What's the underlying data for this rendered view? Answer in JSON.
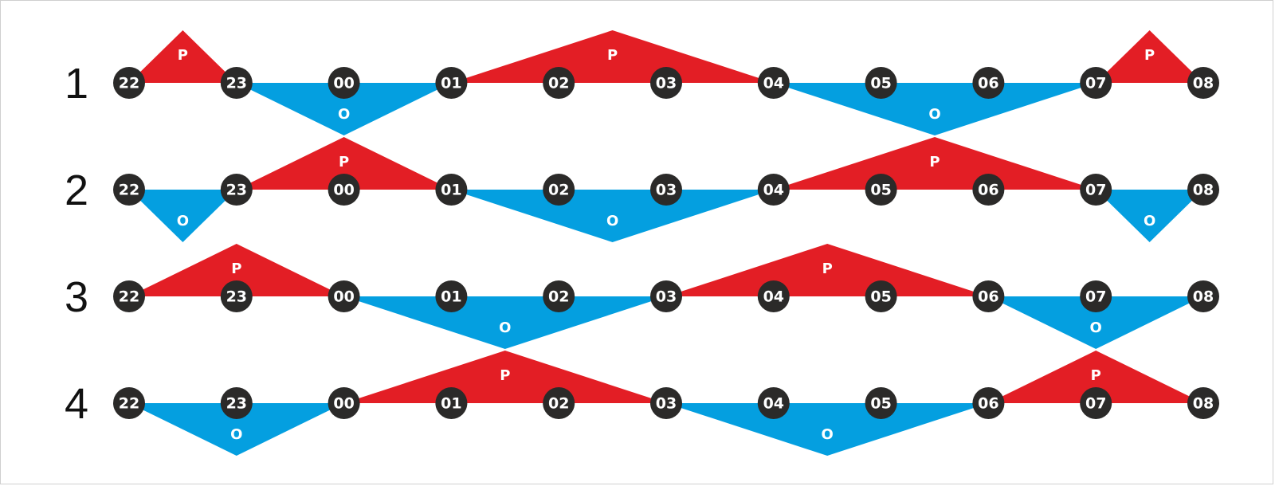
{
  "colors": {
    "up_block": "#e31e25",
    "down_block": "#049fe0",
    "node_fill": "#2b2a29",
    "node_text": "#ffffff",
    "row_label": "#111111"
  },
  "node_labels": [
    "22",
    "23",
    "00",
    "01",
    "02",
    "03",
    "04",
    "05",
    "06",
    "07",
    "08"
  ],
  "rows": [
    {
      "label": "1",
      "segments": [
        {
          "from": 0,
          "to": 1,
          "kind": "up",
          "label": "P"
        },
        {
          "from": 1,
          "to": 3,
          "kind": "down",
          "label": "O"
        },
        {
          "from": 3,
          "to": 6,
          "kind": "up",
          "label": "P"
        },
        {
          "from": 6,
          "to": 9,
          "kind": "down",
          "label": "O"
        },
        {
          "from": 9,
          "to": 10,
          "kind": "up",
          "label": "P"
        }
      ]
    },
    {
      "label": "2",
      "segments": [
        {
          "from": 0,
          "to": 1,
          "kind": "down",
          "label": "O"
        },
        {
          "from": 1,
          "to": 3,
          "kind": "up",
          "label": "P"
        },
        {
          "from": 3,
          "to": 6,
          "kind": "down",
          "label": "O"
        },
        {
          "from": 6,
          "to": 9,
          "kind": "up",
          "label": "P"
        },
        {
          "from": 9,
          "to": 10,
          "kind": "down",
          "label": "O"
        }
      ]
    },
    {
      "label": "3",
      "segments": [
        {
          "from": 0,
          "to": 2,
          "kind": "up",
          "label": "P"
        },
        {
          "from": 2,
          "to": 5,
          "kind": "down",
          "label": "O"
        },
        {
          "from": 5,
          "to": 8,
          "kind": "up",
          "label": "P"
        },
        {
          "from": 8,
          "to": 10,
          "kind": "down",
          "label": "O"
        }
      ]
    },
    {
      "label": "4",
      "segments": [
        {
          "from": 0,
          "to": 2,
          "kind": "down",
          "label": "O"
        },
        {
          "from": 2,
          "to": 5,
          "kind": "up",
          "label": "P"
        },
        {
          "from": 5,
          "to": 8,
          "kind": "down",
          "label": "O"
        },
        {
          "from": 8,
          "to": 10,
          "kind": "up",
          "label": "P"
        }
      ]
    }
  ]
}
